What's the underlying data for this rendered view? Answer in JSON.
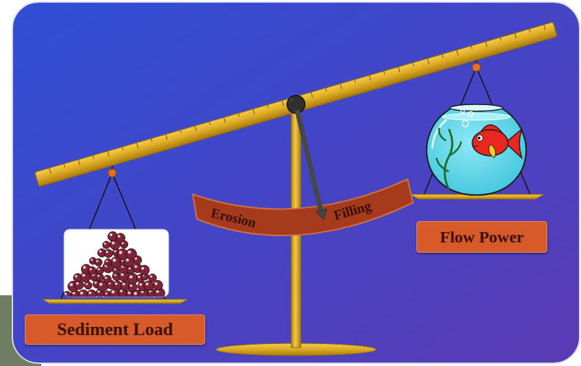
{
  "diagram": {
    "nodes": [
      {
        "text": [
          "Erosion",
          "Filling"
        ]
      },
      {
        "text": [
          "Flow Power"
        ]
      },
      {
        "text": [
          "Sediment Load"
        ]
      }
    ]
  }
}
